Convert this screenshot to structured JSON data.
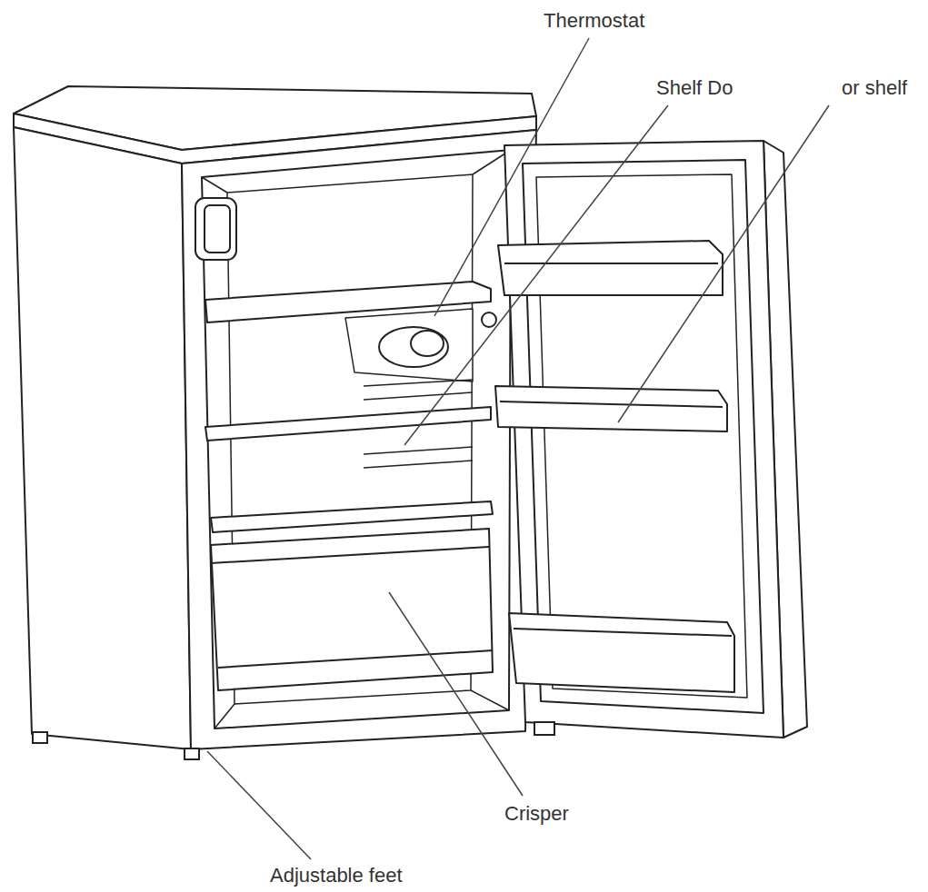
{
  "diagram": {
    "labels": [
      "Thermostat",
      "Shelf Do",
      "or shelf",
      "Crisper",
      "Adjustable feet"
    ]
  }
}
